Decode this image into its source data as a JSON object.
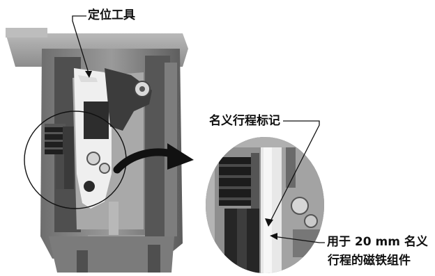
{
  "labels": {
    "positioning_tool": "定位工具",
    "nominal_stroke_mark": "名义行程标记",
    "magnet_assembly_line1": "用于 20 mm 名义",
    "magnet_assembly_line2": "行程的磁铁组件"
  },
  "colors": {
    "background": "#ffffff",
    "metal_dark": "#4a4a4a",
    "metal_mid": "#8a8a8a",
    "metal_light": "#c8c8c8",
    "line": "#111111"
  }
}
